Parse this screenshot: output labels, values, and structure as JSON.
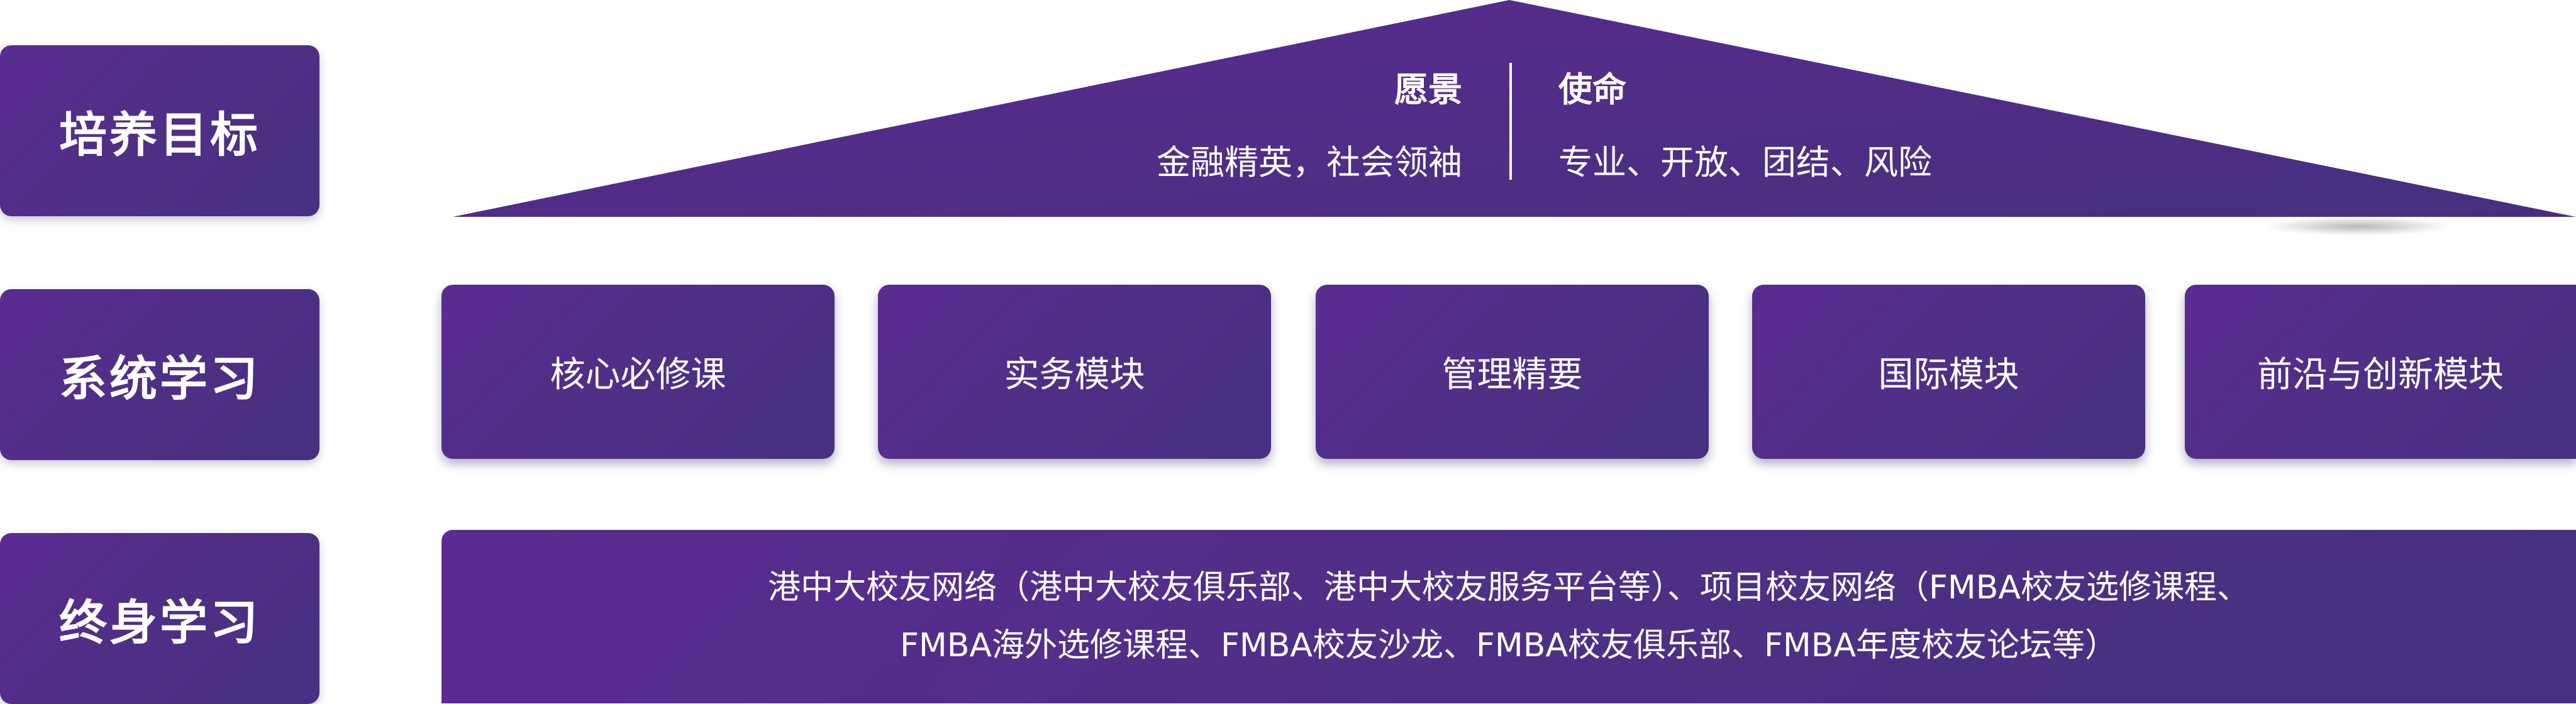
{
  "rows": {
    "goal": "培养目标",
    "system": "系统学习",
    "lifelong": "终身学习"
  },
  "roof": {
    "vision_title": "愿景",
    "vision_text": "金融精英，社会领袖",
    "mission_title": "使命",
    "mission_text": "专业、开放、团结、风险"
  },
  "modules": [
    "核心必修课",
    "实务模块",
    "管理精要",
    "国际模块",
    "前沿与创新模块"
  ],
  "lifelong": {
    "line1": "港中大校友网络（港中大校友俱乐部、港中大校友服务平台等）、项目校友网络（FMBA校友选修课程、",
    "line2": "FMBA海外选修课程、FMBA校友沙龙、FMBA校友俱乐部、FMBA年度校友论坛等）"
  },
  "colors": {
    "primary_purple": "#4f2f86",
    "text": "#ffffff"
  }
}
